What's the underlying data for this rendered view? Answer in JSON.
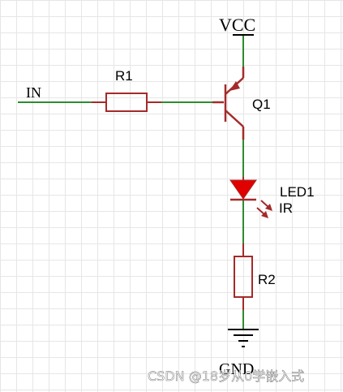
{
  "labels": {
    "vcc": "VCC",
    "in": "IN",
    "r1": "R1",
    "q1": "Q1",
    "led": "LED1",
    "ir": "IR",
    "r2": "R2",
    "gnd": "GND"
  },
  "watermark": "CSDN @18岁从0学嵌入式",
  "colors": {
    "wire": "#2e8b2e",
    "component": "#a52a2a",
    "led_fill": "#e00000",
    "text": "#000000"
  }
}
